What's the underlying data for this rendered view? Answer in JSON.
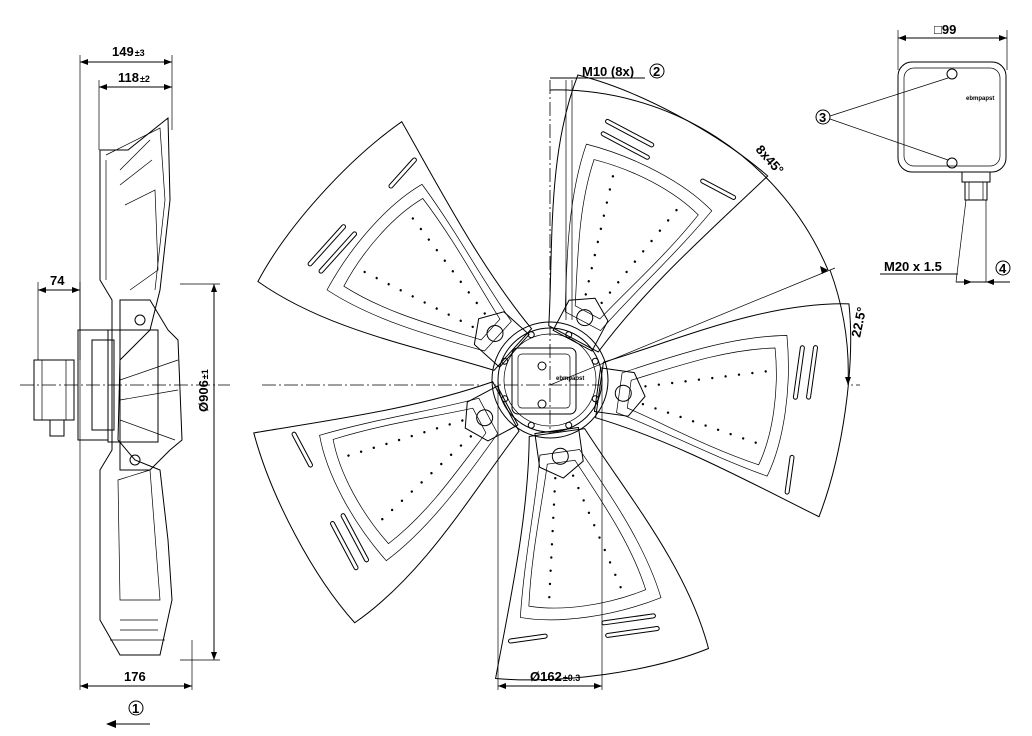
{
  "dimensions": {
    "overall_depth": "149",
    "overall_depth_tol": "±3",
    "inner_depth": "118",
    "inner_depth_tol": "±2",
    "motor_offset": "74",
    "base_width": "176",
    "fan_diameter": "Ø906",
    "fan_diameter_tol": "±1",
    "hub_diameter": "Ø162",
    "hub_diameter_tol": "±0.3",
    "mount_thread": "M10 (8x)",
    "mount_angle": "8x45°",
    "mount_offset_angle": "22.5°",
    "box_size": "□99",
    "cable_gland": "M20 x 1.5"
  },
  "callouts": {
    "airflow": "1",
    "mount": "2",
    "box_screws": "3",
    "gland": "4"
  },
  "brand_mark": "ebmpapst"
}
